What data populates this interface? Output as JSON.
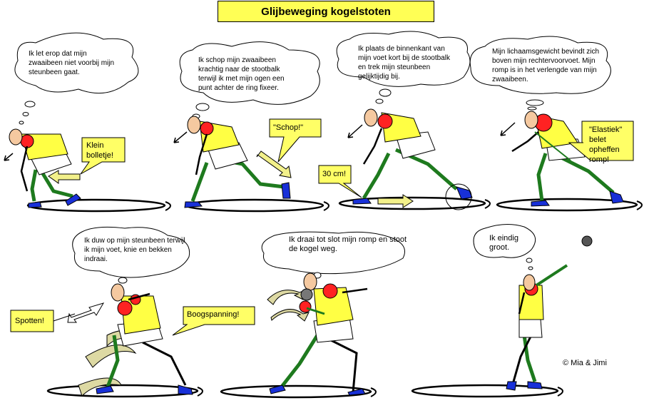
{
  "title": "Glijbeweging kogelstoten",
  "thoughts": [
    "Ik let erop dat mijn zwaaibeen niet voorbij mijn steunbeen gaat.",
    "Ik schop mijn zwaaibeen krachtig naar de stootbalk terwijl ik met mijn ogen een punt achter de ring fixeer.",
    "Ik plaats de binnenkant van mijn voet kort bij de stootbalk en trek mijn steunbeen gelijktijdig bij.",
    "Mijn lichaamsgewicht bevindt zich boven mijn rechtervoorvoet. Mijn romp is in het verlengde van mijn zwaaibeen.",
    "Ik duw op mijn steunbeen terwijl ik mijn voet, knie en bekken indraai.",
    "Ik draai tot slot mijn romp en stoot de kogel weg.",
    "Ik eindig groot."
  ],
  "callouts": {
    "klein_bolletje": "Klein bolletje!",
    "schop": "\"Schop!\"",
    "dertig_cm": "30 cm!",
    "elastiek": "\"Elastiek\" belet opheffen romp!",
    "spotten": "Spotten!",
    "boogspanning": "Boogspanning!"
  },
  "copyright": "© Mia & Jimi",
  "colors": {
    "title_bg": "#ffff55",
    "shirt": "#ffff44",
    "sleeve": "#ff2222",
    "leg": "#1e7a1e",
    "shoe": "#1830d8",
    "arrow": "#f2f08a",
    "swirl": "#ddd9a3",
    "skin": "#f5c9a0"
  }
}
